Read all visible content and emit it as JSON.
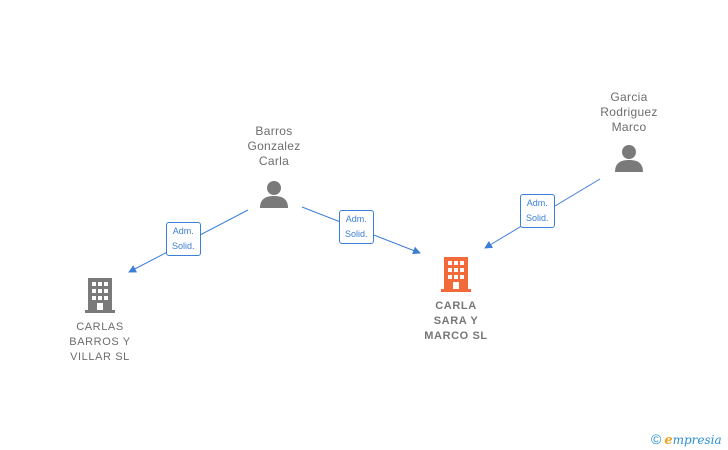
{
  "persons": [
    {
      "id": "barros",
      "lines": [
        "Barros",
        "Gonzalez",
        "Carla"
      ]
    },
    {
      "id": "garcia",
      "lines": [
        "Garcia",
        "Rodriguez",
        "Marco"
      ]
    }
  ],
  "companies": [
    {
      "id": "carlas",
      "lines": [
        "CARLAS",
        "BARROS Y",
        "VILLAR  SL"
      ],
      "color": "#7a7a7a"
    },
    {
      "id": "carla_sara",
      "lines": [
        "CARLA",
        "SARA Y",
        "MARCO  SL"
      ],
      "color": "#f26a3a"
    }
  ],
  "edges": [
    {
      "from": "barros",
      "to": "carlas",
      "label": [
        "Adm.",
        "Solid."
      ]
    },
    {
      "from": "barros",
      "to": "carla_sara",
      "label": [
        "Adm.",
        "Solid."
      ]
    },
    {
      "from": "garcia",
      "to": "carla_sara",
      "label": [
        "Adm.",
        "Solid."
      ]
    }
  ],
  "colors": {
    "edge": "#3c7fd6",
    "person_icon": "#7a7a7a"
  },
  "brand": {
    "copyright": "©",
    "e": "e",
    "rest": "mpresia"
  }
}
